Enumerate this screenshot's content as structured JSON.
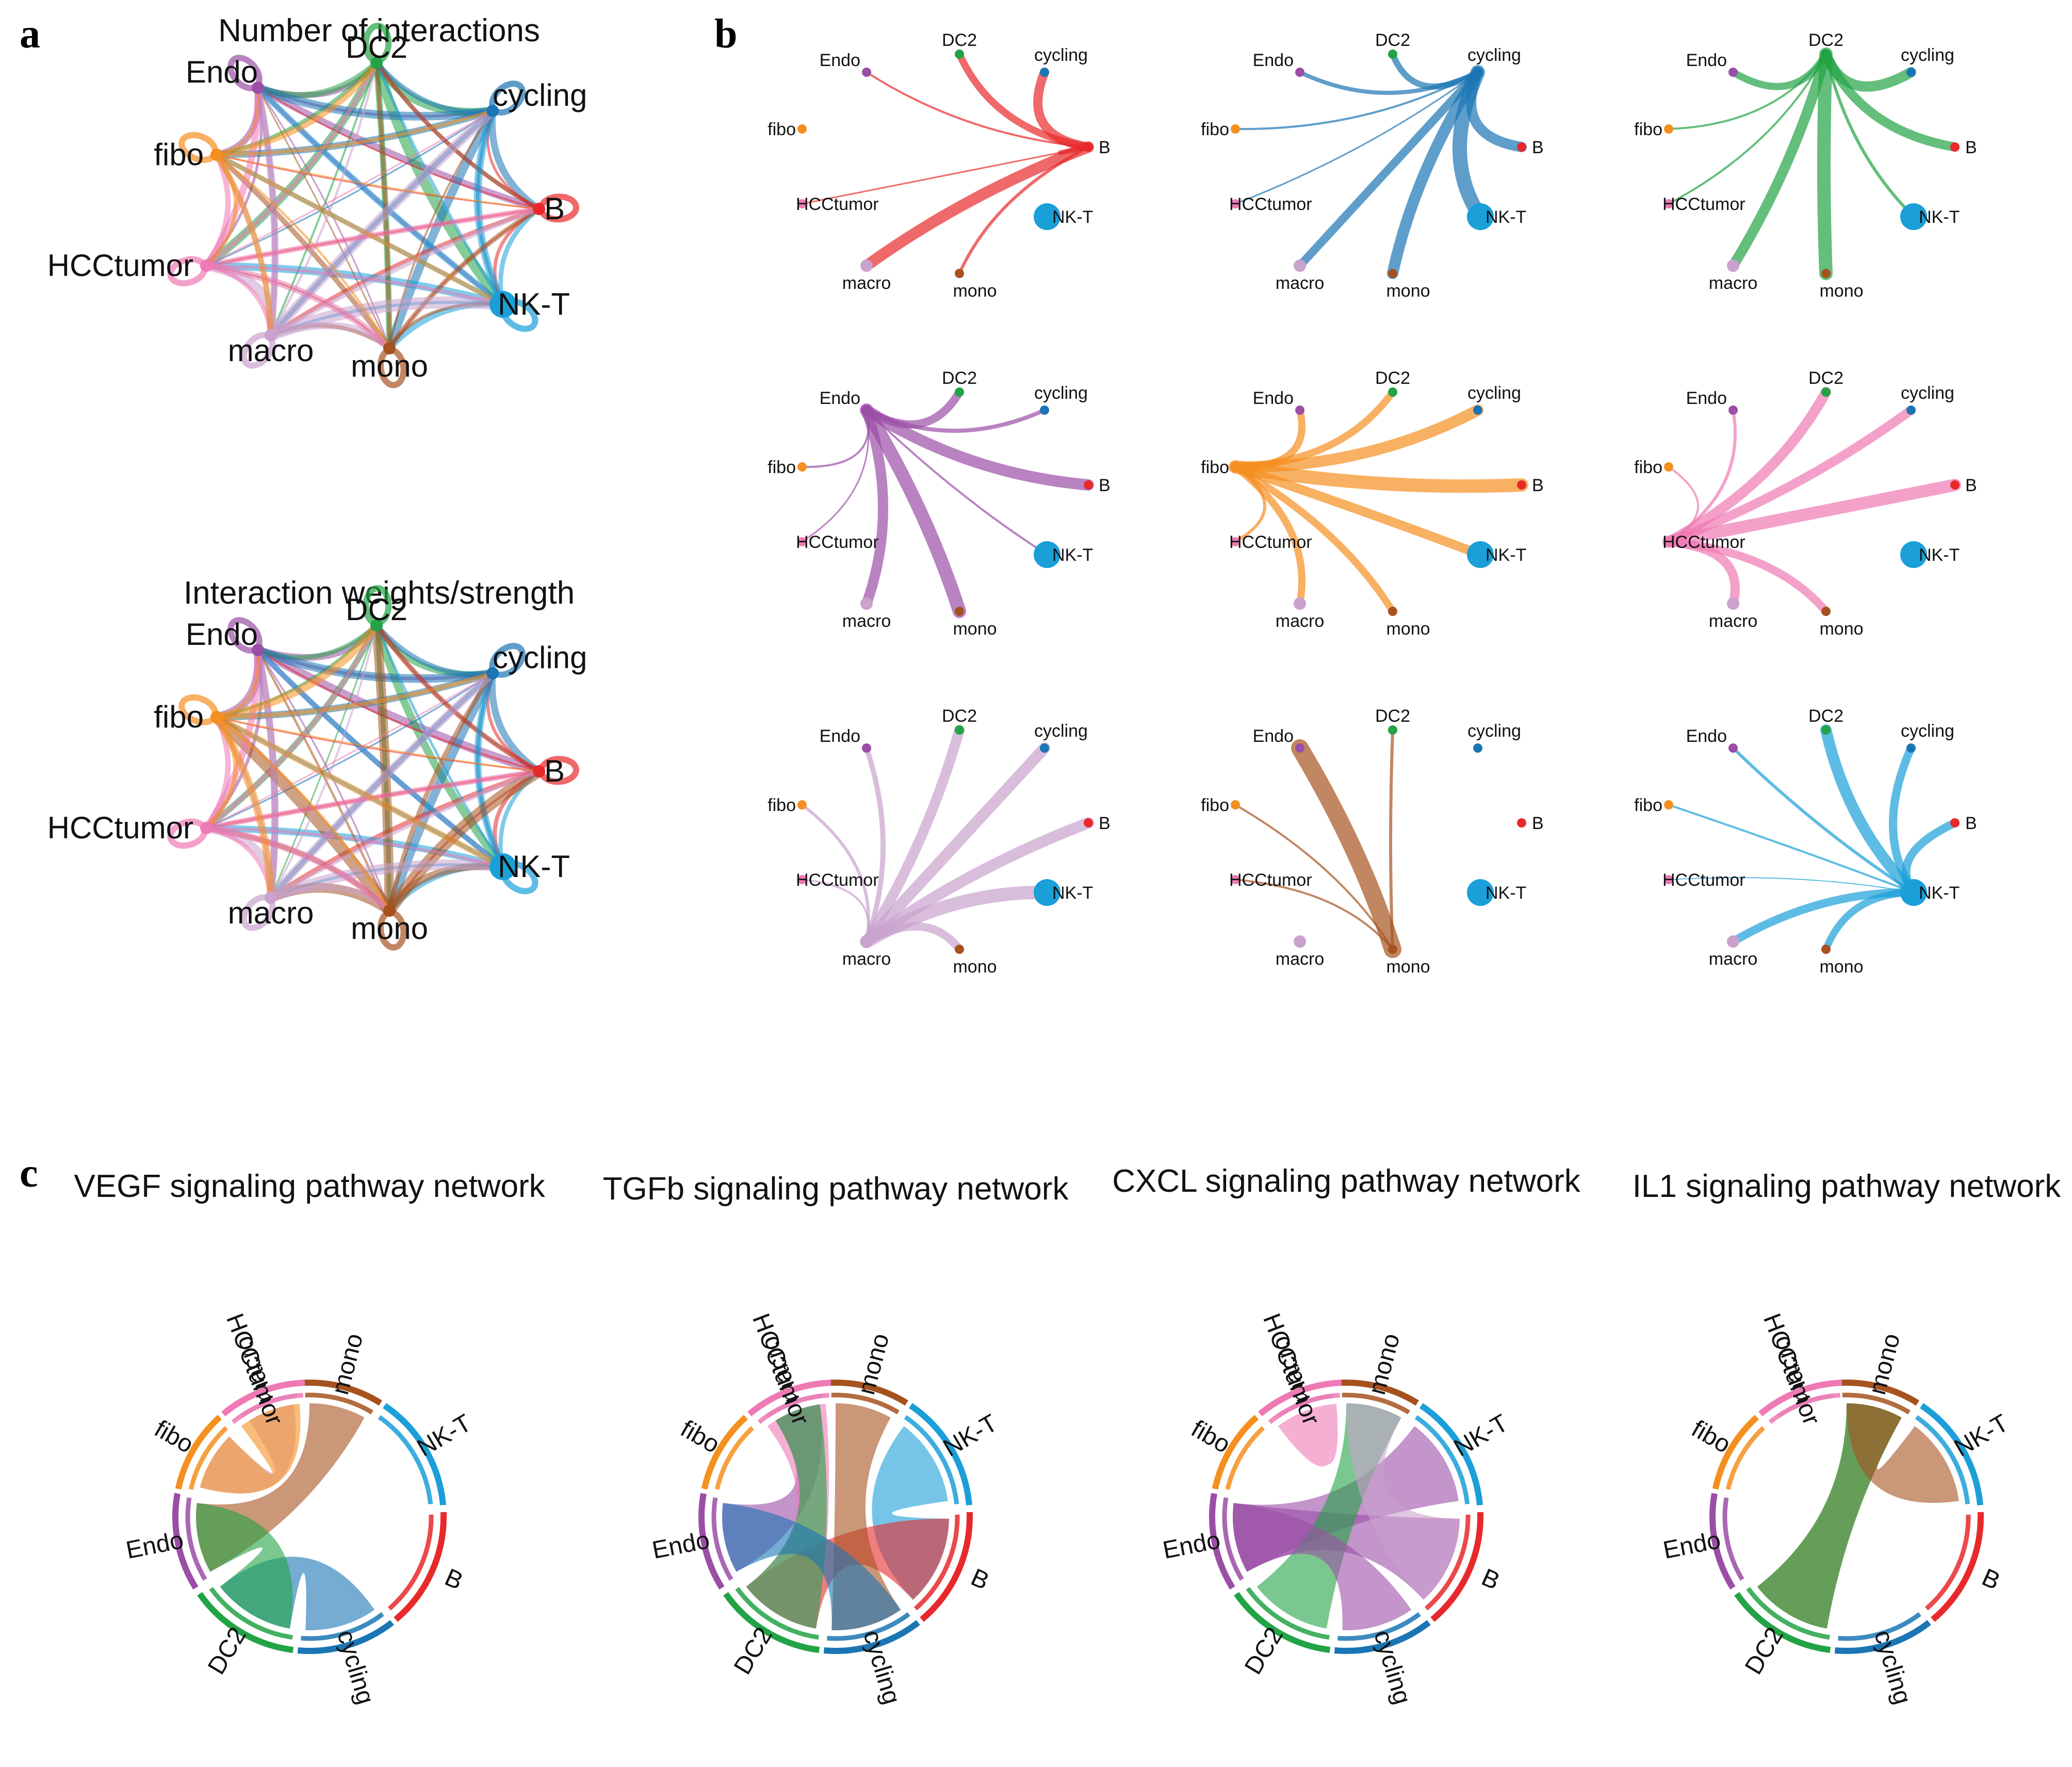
{
  "panel_labels": {
    "a": "a",
    "b": "b",
    "c": "c"
  },
  "colors": {
    "Endo": "#9b4ea6",
    "DC2": "#22a345",
    "cycling": "#1b75b4",
    "B": "#e8292b",
    "NK-T": "#1a9fd8",
    "mono": "#a6521f",
    "macro": "#c9a2cd",
    "HCCtumor": "#ef79b4",
    "fibo": "#f58f1f"
  },
  "panel_a": {
    "cell_types": [
      "Endo",
      "DC2",
      "cycling",
      "B",
      "NK-T",
      "mono",
      "macro",
      "HCCtumor",
      "fibo"
    ],
    "plots": [
      {
        "title": "Number of interactions"
      },
      {
        "title": "Interaction weights/strength"
      }
    ]
  },
  "panel_b": {
    "cell_types": [
      "Endo",
      "DC2",
      "cycling",
      "B",
      "NK-T",
      "mono",
      "macro",
      "HCCtumor",
      "fibo"
    ],
    "sources": [
      "B",
      "cycling",
      "DC2",
      "Endo",
      "fibo",
      "HCCtumor",
      "macro",
      "mono",
      "NK-T"
    ]
  },
  "panel_c": {
    "sectors": [
      "macro",
      "mono",
      "NK-T",
      "B",
      "cycling",
      "DC2",
      "Endo",
      "fibo",
      "HCCtumor"
    ],
    "networks": [
      {
        "title": "VEGF signaling pathway network"
      },
      {
        "title": "TGFb signaling pathway network"
      },
      {
        "title": "CXCL signaling pathway network"
      },
      {
        "title": "IL1 signaling pathway network"
      }
    ]
  }
}
